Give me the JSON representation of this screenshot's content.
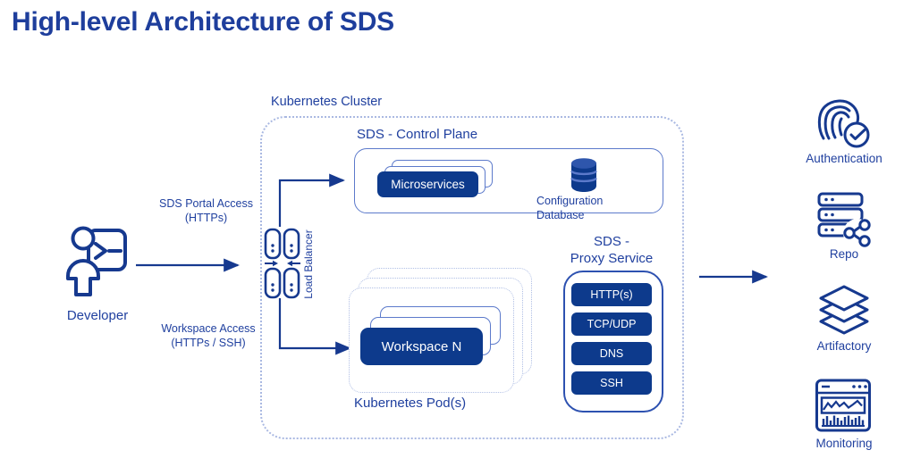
{
  "title": "High-level Architecture of SDS",
  "developer": {
    "label": "Developer",
    "icon": "person-terminal-icon"
  },
  "connections": {
    "portal_access": {
      "line1": "SDS Portal Access",
      "line2": "(HTTPs)"
    },
    "workspace_access": {
      "line1": "Workspace Access",
      "line2": "(HTTPs / SSH)"
    }
  },
  "cluster": {
    "label": "Kubernetes Cluster",
    "load_balancer": {
      "label": "Load Balancer",
      "icon": "load-balancer-icon"
    },
    "control_plane": {
      "label": "SDS - Control Plane",
      "microservices": {
        "label": "Microservices"
      },
      "config_database": {
        "line1": "Configuration",
        "line2": "Database",
        "icon": "database-icon"
      }
    },
    "pods": {
      "label": "Kubernetes Pod(s)",
      "workspace": {
        "label": "Workspace N"
      }
    },
    "proxy_service": {
      "title_line1": "SDS -",
      "title_line2": "Proxy Service",
      "protocols": [
        "HTTP(s)",
        "TCP/UDP",
        "DNS",
        "SSH"
      ]
    }
  },
  "external_services": [
    {
      "label": "Authentication",
      "icon": "fingerprint-check-icon"
    },
    {
      "label": "Repo",
      "icon": "server-network-icon"
    },
    {
      "label": "Artifactory",
      "icon": "layers-icon"
    },
    {
      "label": "Monitoring",
      "icon": "dashboard-chart-icon"
    }
  ],
  "colors": {
    "navy_fill": "#0d3a8c",
    "text_blue": "#20409f",
    "line_blue": "#16398f",
    "outline_blue": "#5c7acb",
    "dashed_blue": "#aab9e2"
  }
}
